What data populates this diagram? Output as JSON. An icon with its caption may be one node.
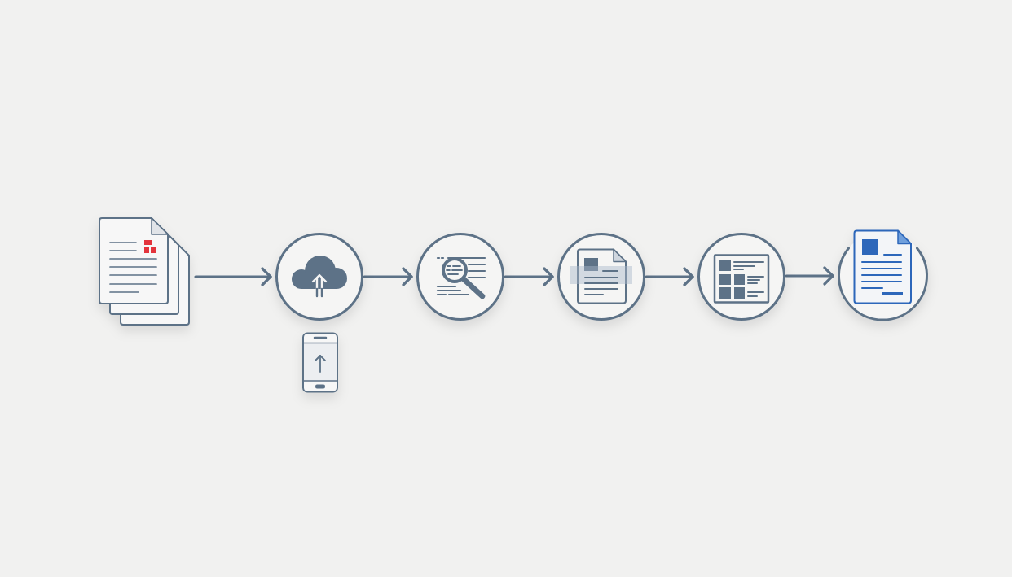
{
  "diagram": {
    "nodes": [
      {
        "text": [],
        "shape": "picture"
      },
      {
        "text": [],
        "shape": "circle"
      },
      {
        "text": [],
        "shape": "circle"
      },
      {
        "text": [],
        "shape": "circle"
      },
      {
        "text": [],
        "shape": "circle"
      },
      {
        "text": [],
        "shape": "circle"
      },
      {
        "text": [],
        "shape": "picture"
      }
    ],
    "edges": [
      {
        "from": 0,
        "to": 1,
        "arrow": "to"
      },
      {
        "from": 1,
        "to": 2,
        "arrow": "to"
      },
      {
        "from": 2,
        "to": 3,
        "arrow": "to"
      },
      {
        "from": 3,
        "to": 4,
        "arrow": "to"
      },
      {
        "from": 4,
        "to": 5,
        "arrow": "to"
      }
    ]
  }
}
